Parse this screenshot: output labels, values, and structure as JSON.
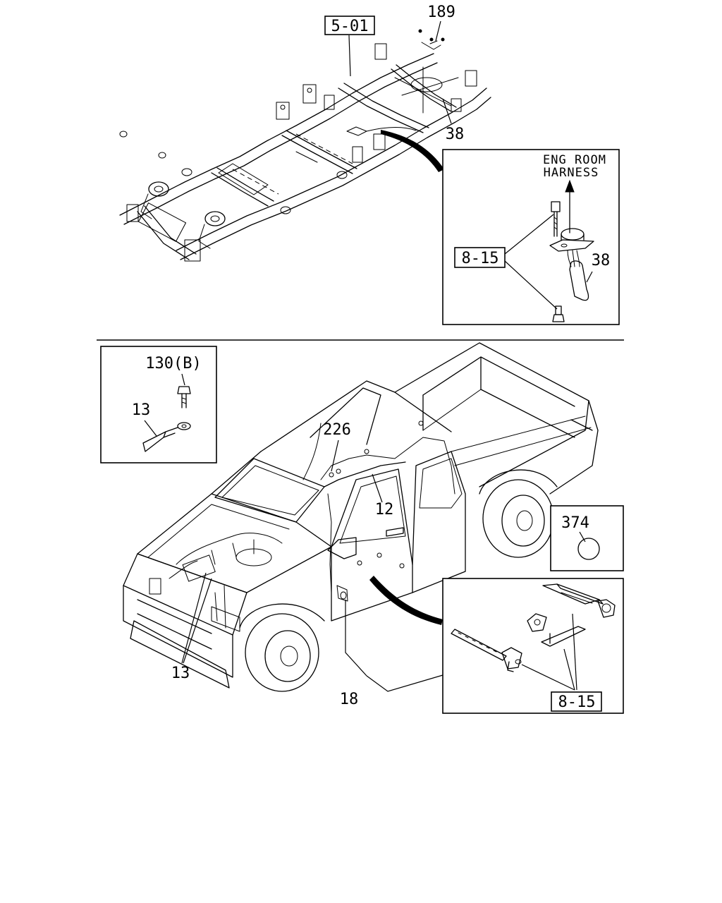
{
  "callouts": {
    "frame_group": "5-01",
    "frame_bracket": "189",
    "frame_sensor": "38",
    "detail_harness_line1": "ENG ROOM",
    "detail_harness_line2": "HARNESS",
    "detail_clip_group": "8-15",
    "detail_sensor": "38",
    "bolt_detail": "130(B)",
    "ground_cable_detail": "13",
    "roof_harness": "226",
    "door_harness": "12",
    "grommet": "374",
    "ground_cable": "13",
    "body_harness": "18",
    "clips_group": "8-15"
  }
}
